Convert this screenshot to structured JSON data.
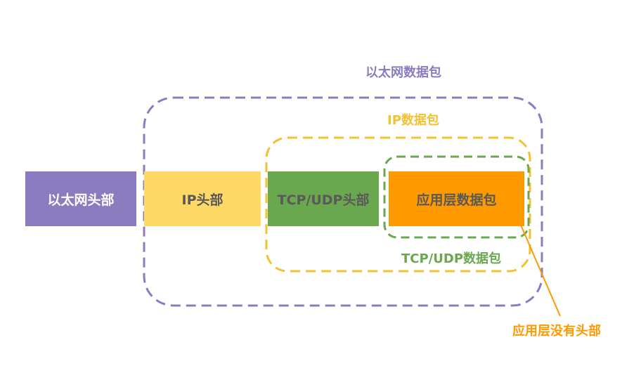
{
  "diagram": {
    "colors": {
      "ethernet": "#8b7cc0",
      "ip": "#ffd966",
      "tcp_udp": "#6aa84f",
      "app": "#ff9900",
      "ip_label": "#f1c232",
      "tcp_label": "#6aa84f",
      "annotation": "#ff9900",
      "dark_text": "#595959",
      "light_text": "#ffffff"
    },
    "blocks": {
      "ethernet_header": "以太网头部",
      "ip_header": "IP头部",
      "tcp_udp_header": "TCP/UDP头部",
      "app_data": "应用层数据包"
    },
    "containers": {
      "ethernet_packet": "以太网数据包",
      "ip_packet": "IP数据包",
      "tcp_udp_packet": "TCP/UDP数据包"
    },
    "annotation": {
      "text": "应用层没有头部"
    }
  }
}
